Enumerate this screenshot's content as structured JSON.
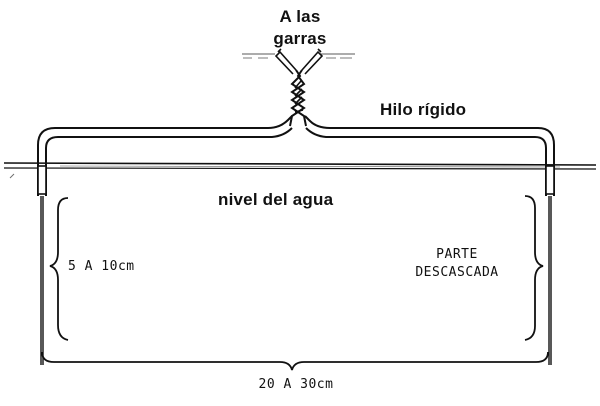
{
  "labels": {
    "to_clips_line1": "A las",
    "to_clips_line2": "garras",
    "rigid_wire": "Hilo rígido",
    "water_level": "nivel del agua",
    "depth_range": "5 A 10cm",
    "stripped_line1": "PARTE",
    "stripped_line2": "DESCASCADA",
    "spacing_range": "20 A 30cm"
  },
  "colors": {
    "ink": "#111111",
    "background": "#ffffff",
    "wire_fill": "#ffffff"
  }
}
